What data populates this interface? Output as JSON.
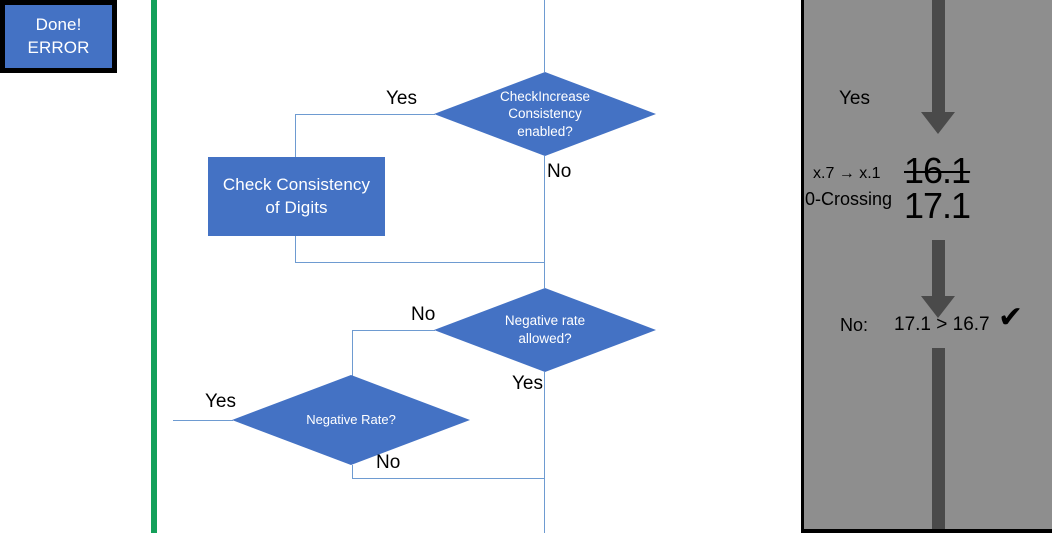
{
  "colors": {
    "shape_fill": "#4472C4",
    "connector": "#6E9BD1",
    "divider_green": "#14A05A",
    "panel_gray": "#8E8E8E",
    "arrow_gray": "#4A4A4A",
    "outline_black": "#000000"
  },
  "flowchart": {
    "nodes": {
      "check_increase": {
        "line1": "CheckIncrease",
        "line2": "Consistency",
        "line3": "enabled?"
      },
      "check_consistency_box": {
        "line1": "Check Consistency",
        "line2": "of Digits"
      },
      "negative_rate_allowed": {
        "line1": "Negative rate",
        "line2": "allowed?"
      },
      "negative_rate": {
        "line1": "Negative Rate?"
      },
      "done_error": {
        "line1": "Done!",
        "line2": "ERROR"
      }
    },
    "branch_labels": {
      "check_increase_yes": "Yes",
      "check_increase_no": "No",
      "negative_rate_allowed_no": "No",
      "negative_rate_allowed_yes": "Yes",
      "negative_rate_yes": "Yes",
      "negative_rate_no": "No"
    }
  },
  "panel": {
    "yes_label": "Yes",
    "row1_label": "x.7 → x.1",
    "row2_label": "0-Crossing",
    "value_struck": "16.1",
    "value_current": "17.1",
    "no_label": "No:",
    "comparison": "17.1 > 16.7",
    "check_mark": "✔"
  }
}
